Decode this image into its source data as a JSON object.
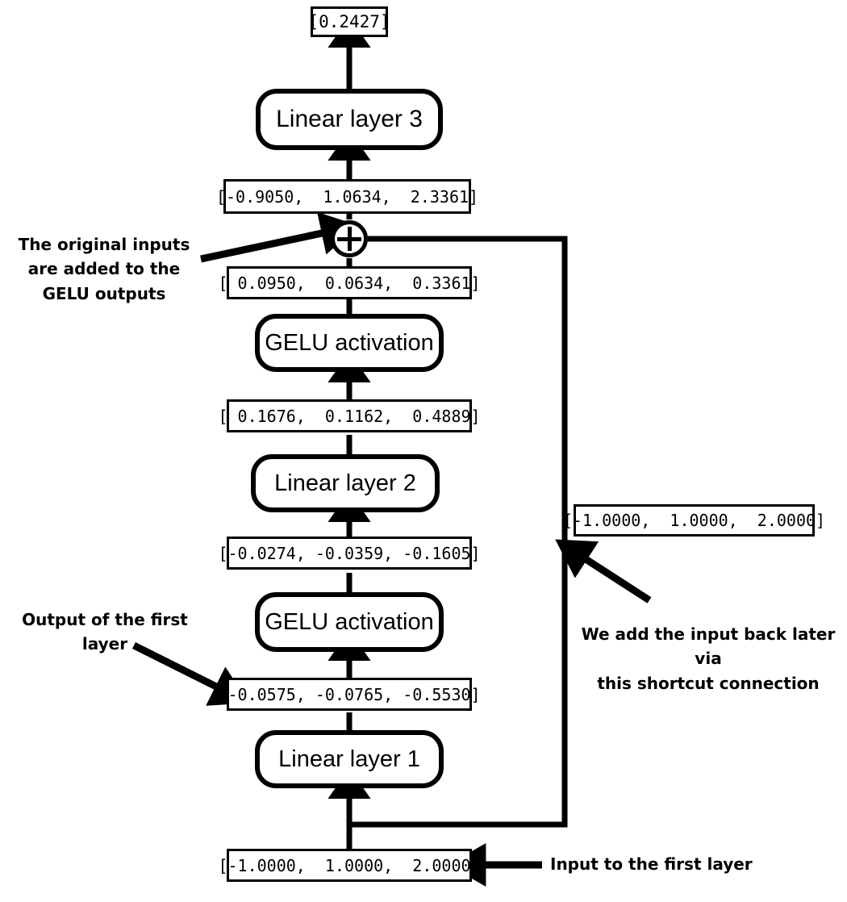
{
  "diagram": {
    "title": "Deep neural network with shortcut (residual) connection",
    "accent_color": "#000000",
    "background_color": "#ffffff"
  },
  "output": {
    "value": "[0.2427]"
  },
  "layers": {
    "linear3": "Linear layer 3",
    "linear2": "Linear layer 2",
    "linear1": "Linear layer 1",
    "gelu_upper": "GELU activation",
    "gelu_lower": "GELU activation"
  },
  "vectors": {
    "after_add": "[-0.9050,  1.0634,  2.3361]",
    "gelu_upper_out": "[ 0.0950,  0.0634,  0.3361]",
    "linear2_out": "[ 0.1676,  0.1162,  0.4889]",
    "gelu_lower_out": "[-0.0274, -0.0359, -0.1605]",
    "linear1_out": "[-0.0575, -0.0765, -0.5530]",
    "shortcut": "[-1.0000,  1.0000,  2.0000]",
    "input": "[-1.0000,  1.0000,  2.0000]"
  },
  "annotations": {
    "add_note_line1": "The original inputs",
    "add_note_line2": "are added to the",
    "add_note_line3": "GELU outputs",
    "first_layer_note_line1": "Output of the first",
    "first_layer_note_line2": "layer",
    "shortcut_note_line1": "We add the input back later via",
    "shortcut_note_line2": "this shortcut connection",
    "input_note": "Input to the first layer"
  },
  "symbols": {
    "add_operator": "+"
  }
}
